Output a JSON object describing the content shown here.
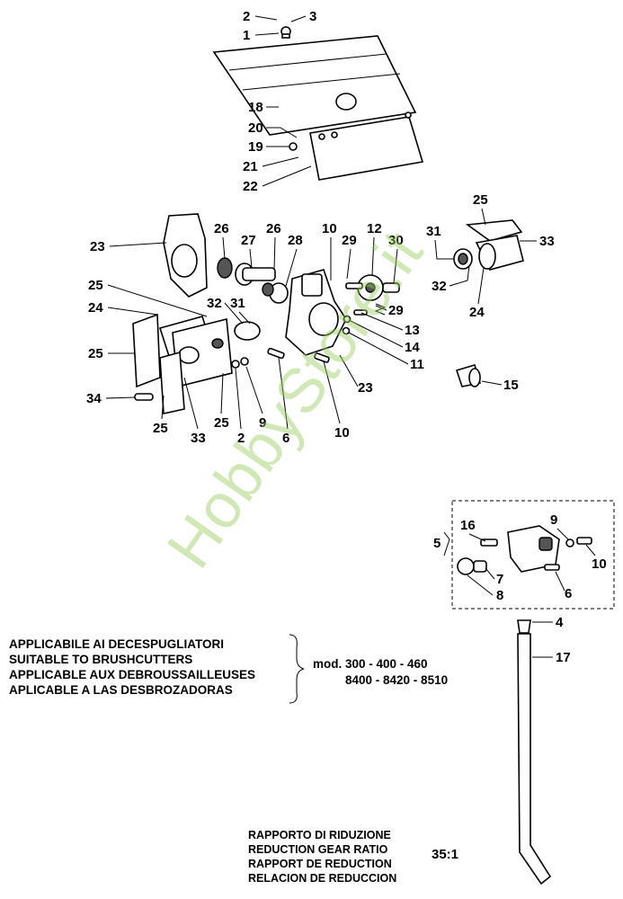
{
  "watermark": "HobbyStore.it",
  "callouts": {
    "c1": "1",
    "c2": "2",
    "c3": "3",
    "c18": "18",
    "c20": "20",
    "c19": "19",
    "c21": "21",
    "c22": "22",
    "c23": "23",
    "c26a": "26",
    "c27": "27",
    "c26b": "26",
    "c28": "28",
    "c10a": "10",
    "c29a": "29",
    "c12": "12",
    "c30": "30",
    "c25a": "25",
    "c31a": "31",
    "c32a": "32",
    "c33a": "33",
    "c24a": "24",
    "c25b": "25",
    "c24b": "24",
    "c25c": "25",
    "c32b": "32",
    "c31b": "31",
    "c29b": "29",
    "c13": "13",
    "c14": "14",
    "c11": "11",
    "c15": "15",
    "c34": "34",
    "c25d": "25",
    "c33b": "33",
    "c2b": "2",
    "c25e": "25",
    "c9a": "9",
    "c6a": "6",
    "c10b": "10",
    "c23b": "23",
    "c5": "5",
    "c16": "16",
    "c9b": "9",
    "c10c": "10",
    "c7": "7",
    "c8": "8",
    "c6b": "6",
    "c4": "4",
    "c17": "17"
  },
  "applicability": {
    "lines": [
      "APPLICABILE AI DECESPUGLIATORI",
      "SUITABLE TO BRUSHCUTTERS",
      "APPLICABLE AUX DEBROUSSAILLEUSES",
      "APLICABLE A LAS DESBROZADORAS"
    ],
    "models_line1": "mod. 300 - 400 - 460",
    "models_line2": "8400 - 8420 - 8510"
  },
  "ratio": {
    "lines": [
      "RAPPORTO DI RIDUZIONE",
      "REDUCTION GEAR RATIO",
      "RAPPORT DE REDUCTION",
      "RELACION DE REDUCCION"
    ],
    "value": "35:1"
  }
}
